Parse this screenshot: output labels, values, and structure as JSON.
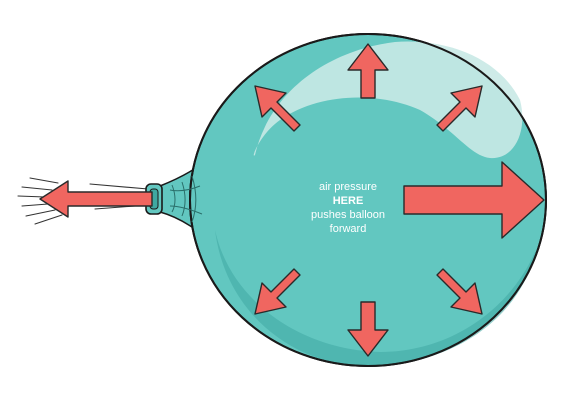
{
  "colors": {
    "balloon_fill": "#62c7c0",
    "balloon_outline": "#1a1a1a",
    "balloon_highlight": "#c9e9e6",
    "arrow_fill": "#f06660",
    "arrow_outline": "#2a2a2a",
    "label_text": "#ffffff"
  },
  "labels": {
    "line1": "air pressure",
    "line2": "HERE",
    "line3": "pushes balloon",
    "line4": "forward"
  },
  "icons": {
    "arrows": [
      "up-arrow",
      "up-right-arrow",
      "right-arrow-large",
      "down-right-arrow",
      "down-arrow",
      "down-left-arrow",
      "up-left-arrow",
      "escaping-air-left-arrow"
    ],
    "air_lines": "escaping-air-lines-icon"
  }
}
